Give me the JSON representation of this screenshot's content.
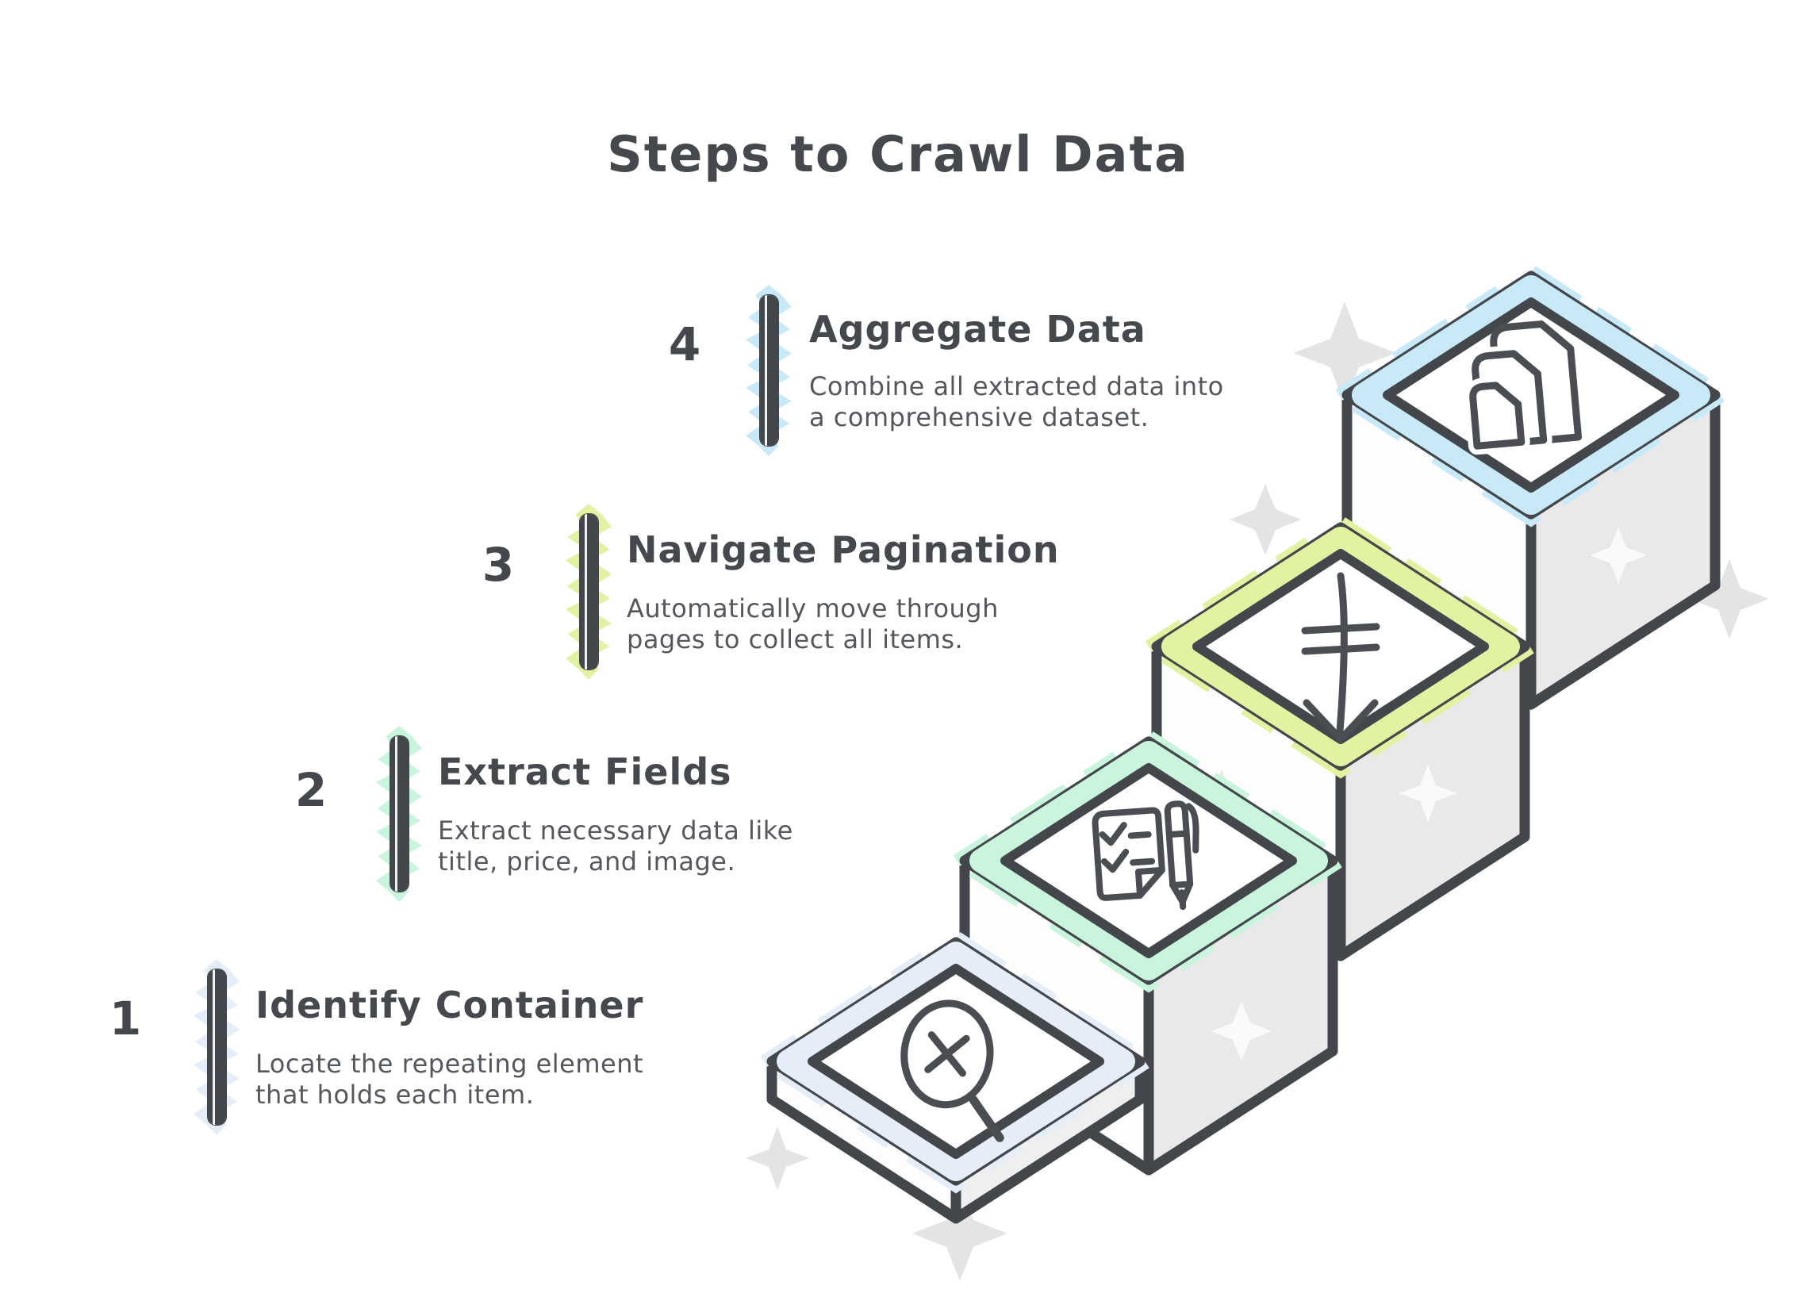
{
  "title": "Steps to Crawl Data",
  "colors": {
    "outline": "#43474b",
    "heading_text": "#45494d",
    "body_text": "#54585c",
    "face_light": "#fdfdfd",
    "face_shade": "#e9e9e9"
  },
  "steps": [
    {
      "number": "1",
      "title": "Identify Container",
      "description": "Locate the repeating element\nthat holds each item.",
      "highlight_color": "#e4edf8",
      "icon": "search-x-icon"
    },
    {
      "number": "2",
      "title": "Extract Fields",
      "description": "Extract necessary data like\ntitle, price, and image.",
      "highlight_color": "#c8f5dc",
      "icon": "checklist-pen-icon"
    },
    {
      "number": "3",
      "title": "Navigate Pagination",
      "description": "Automatically move through\npages to collect all items.",
      "highlight_color": "#e1f3a1",
      "icon": "arrow-down-icon"
    },
    {
      "number": "4",
      "title": "Aggregate Data",
      "description": "Combine all extracted data into\na comprehensive dataset.",
      "highlight_color": "#c8e9f7",
      "icon": "documents-icon"
    }
  ]
}
